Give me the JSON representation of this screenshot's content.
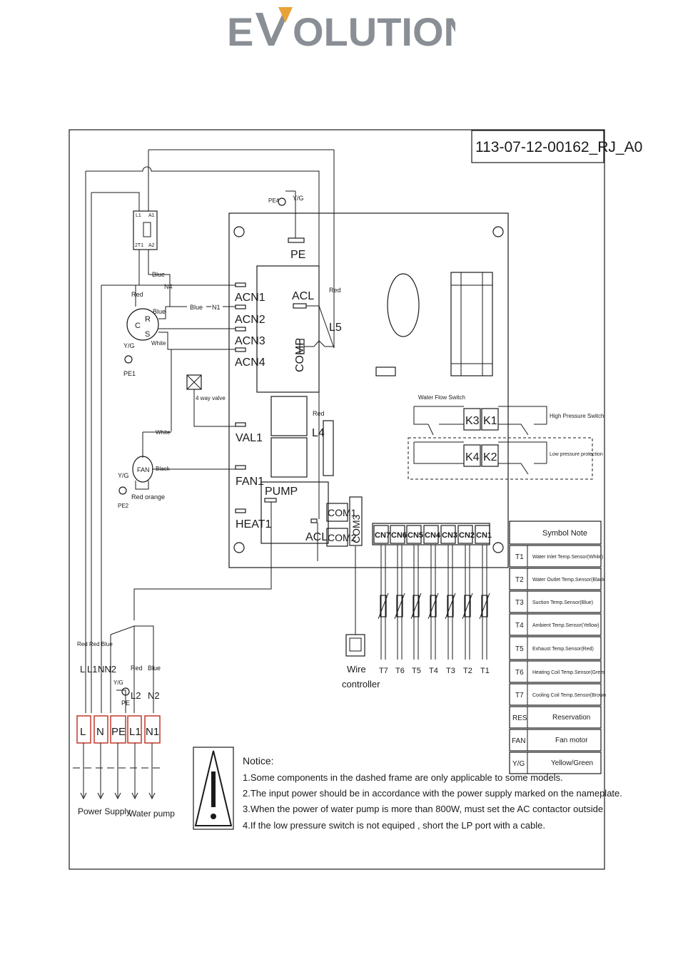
{
  "logo": {
    "text_left": "E",
    "text_right": "OLUTION",
    "color_gray": "#8a8f96",
    "color_orange": "#e8a23a"
  },
  "doc_number": "113-07-12-00162_RJ_A0",
  "board": {
    "pe_label": "PE",
    "pe4_label": "PE4",
    "yg_label": "Y/G",
    "acn": [
      "ACN1",
      "ACN2",
      "ACN3",
      "ACN4"
    ],
    "acl_top": "ACL",
    "comp": "COMP",
    "l5": "L5",
    "red_l5": "Red",
    "val1": "VAL1",
    "fan1": "FAN1",
    "heat1": "HEAT1",
    "pump": "PUMP",
    "acl_bottom": "ACL",
    "l4": "L4",
    "red_l4": "Red",
    "com1": "COM1",
    "com2": "COM2",
    "com3": "COM3",
    "cn_ports": [
      "CN7",
      "CN6",
      "CN5",
      "CN4",
      "CN3",
      "CN2",
      "CN1"
    ],
    "k_relays": [
      "K3",
      "K1",
      "K4",
      "K2"
    ]
  },
  "switches": {
    "water_flow": "Water Flow Switch",
    "high_pressure": "High Pressure Switch",
    "low_pressure": "Low pressure protection"
  },
  "contactor": {
    "l1": "L1",
    "a1": "A1",
    "t1": "2T1",
    "a2": "A2"
  },
  "compressor": {
    "blue_top": "Blue",
    "n4": "N4",
    "red": "Red",
    "blue_r": "Blue",
    "blue_wire": "Blue",
    "n1": "N1",
    "r": "R",
    "c": "C",
    "s": "S",
    "white": "White",
    "yg": "Y/G",
    "pe1": "PE1"
  },
  "valve": {
    "label": "4 way valve"
  },
  "fan": {
    "white": "White",
    "fan": "FAN",
    "black": "Black",
    "yg": "Y/G",
    "red_orange": "Red orange",
    "pe2": "PE2"
  },
  "power": {
    "wire_colors": "Red Red Blue",
    "top_labels": [
      "L",
      "L1",
      "NN2"
    ],
    "red": "Red",
    "blue": "Blue",
    "yg": "Y/G",
    "pe": "PE",
    "l2": "L2",
    "n2": "N2",
    "terminals": [
      "L",
      "N",
      "PE",
      "L1",
      "N1"
    ],
    "power_supply": "Power Supply",
    "water_pump": "Water pump"
  },
  "wire_controller": [
    "Wire",
    "controller"
  ],
  "sensor_labels": [
    "T7",
    "T6",
    "T5",
    "T4",
    "T3",
    "T2",
    "T1"
  ],
  "symbol_note": {
    "title": "Symbol Note",
    "rows": [
      [
        "T1",
        "Water Inlet Temp.Sensor(White)"
      ],
      [
        "T2",
        "Water Outlet Temp.Sensor(Black"
      ],
      [
        "T3",
        "Suction Temp.Sensor(Blue)"
      ],
      [
        "T4",
        "Ambient Temp.Sensor(Yellow)"
      ],
      [
        "T5",
        "Exhaust Temp.Sensor(Red)"
      ],
      [
        "T6",
        "Heating Coil Temp.Sensor(Greer"
      ],
      [
        "T7",
        "Cooling Coil Temp.Sensor(Brown"
      ],
      [
        "RES",
        "Reservation"
      ],
      [
        "FAN",
        "Fan motor"
      ],
      [
        "Y/G",
        "Yellow/Green"
      ]
    ]
  },
  "notice": {
    "title": "Notice:",
    "lines": [
      "1.Some components in the dashed frame are only applicable to some models.",
      "2.The input power should be in accordance with the power supply  marked on the nameplate.",
      "3.When the power of water pump is more than 800W, must set the AC contactor outside.",
      "4.If the low pressure switch is not equiped ,  short the LP port  with a cable."
    ]
  }
}
